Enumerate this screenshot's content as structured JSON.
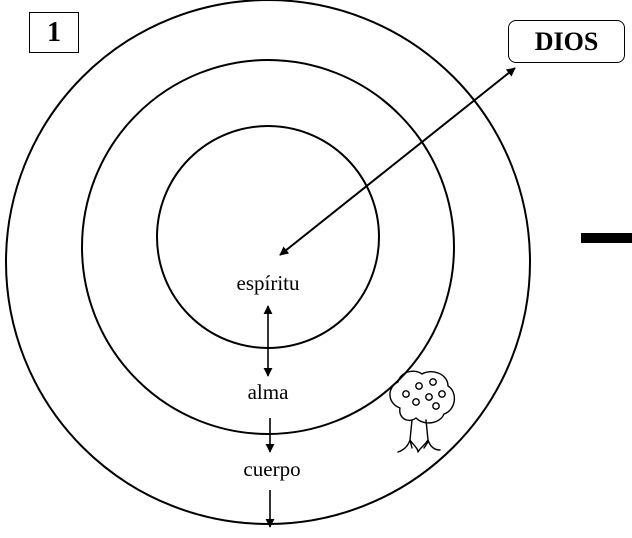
{
  "diagram": {
    "number": "1",
    "god_label": "DIOS",
    "layers": {
      "inner": "espíritu",
      "middle": "alma",
      "outer": "cuerpo"
    },
    "icons": {
      "tree": "tree-icon"
    },
    "colors": {
      "stroke": "#000000",
      "background": "#ffffff"
    }
  }
}
